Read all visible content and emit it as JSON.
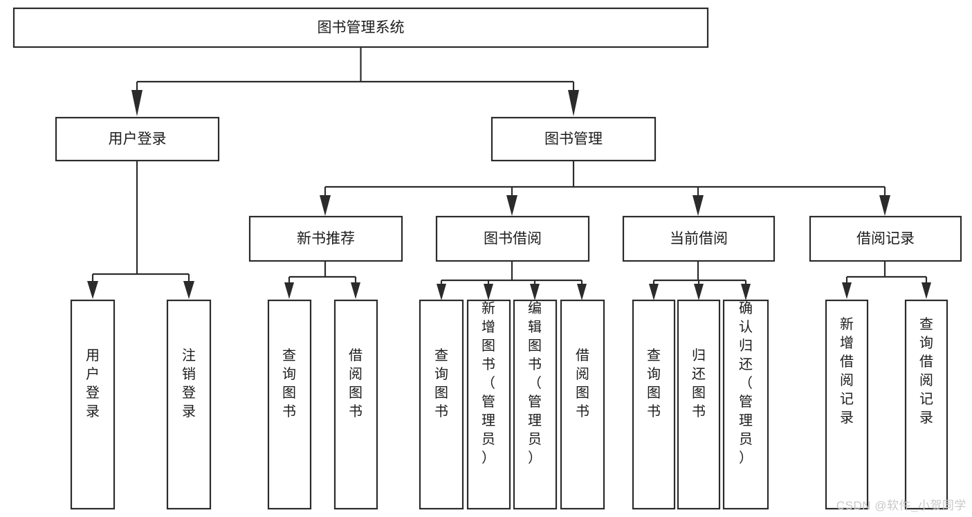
{
  "diagram": {
    "title": "图书管理系统",
    "type": "tree",
    "orientation": "top-down",
    "colors": {
      "box_fill": "#ffffff",
      "box_stroke": "#2b2b2b",
      "text": "#1c1c1c",
      "background": "#ffffff",
      "watermark": "#c9c9c9"
    },
    "root": {
      "label": "图书管理系统"
    },
    "level2": [
      {
        "label": "用户登录"
      },
      {
        "label": "图书管理"
      }
    ],
    "level3": [
      {
        "label": "新书推荐"
      },
      {
        "label": "图书借阅"
      },
      {
        "label": "当前借阅"
      },
      {
        "label": "借阅记录"
      }
    ],
    "leaves": {
      "user_login": [
        {
          "label": "用户登录"
        },
        {
          "label": "注销登录"
        }
      ],
      "new_book_recommend": [
        {
          "label": "查询图书"
        },
        {
          "label": "借阅图书"
        }
      ],
      "book_borrow": [
        {
          "label": "查询图书"
        },
        {
          "label": "新增图书（管理员）"
        },
        {
          "label": "编辑图书（管理员）"
        },
        {
          "label": "借阅图书"
        }
      ],
      "current_borrow": [
        {
          "label": "查询图书"
        },
        {
          "label": "归还图书"
        },
        {
          "label": "确认归还（管理员）"
        }
      ],
      "borrow_record": [
        {
          "label": "新增借阅记录"
        },
        {
          "label": "查询借阅记录"
        }
      ]
    }
  },
  "watermark": {
    "text": "CSDN @软件_小贺同学"
  }
}
